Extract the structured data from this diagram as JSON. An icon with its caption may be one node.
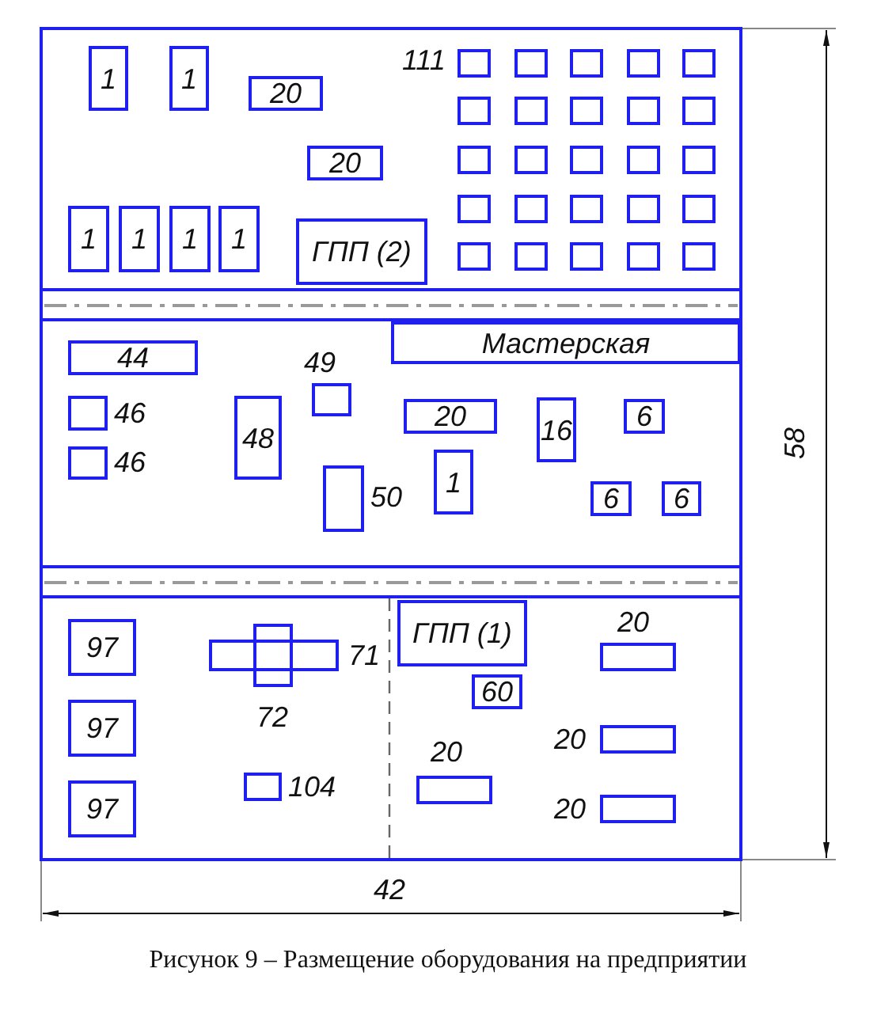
{
  "diagram": {
    "caption": "Рисунок 9 – Размещение оборудования на предприятии",
    "nodes": [
      {
        "text": [
          "1"
        ]
      },
      {
        "text": [
          "1"
        ]
      },
      {
        "text": [
          "20"
        ]
      },
      {
        "text": [
          "20"
        ]
      },
      {
        "text": [
          "1"
        ]
      },
      {
        "text": [
          "1"
        ]
      },
      {
        "text": [
          "1"
        ]
      },
      {
        "text": [
          "1"
        ]
      },
      {
        "text": [
          "ГПП (2)"
        ]
      },
      {
        "text": [],
        "shape": "box",
        "beside": [
          "111"
        ]
      },
      {
        "text": [],
        "shape": "box"
      },
      {
        "text": [],
        "shape": "box"
      },
      {
        "text": [],
        "shape": "box"
      },
      {
        "text": [],
        "shape": "box"
      },
      {
        "text": [],
        "shape": "box"
      },
      {
        "text": [],
        "shape": "box"
      },
      {
        "text": [],
        "shape": "box"
      },
      {
        "text": [],
        "shape": "box"
      },
      {
        "text": [],
        "shape": "box"
      },
      {
        "text": [],
        "shape": "box"
      },
      {
        "text": [],
        "shape": "box"
      },
      {
        "text": [],
        "shape": "box"
      },
      {
        "text": [],
        "shape": "box"
      },
      {
        "text": [],
        "shape": "box"
      },
      {
        "text": [],
        "shape": "box"
      },
      {
        "text": [],
        "shape": "box"
      },
      {
        "text": [],
        "shape": "box"
      },
      {
        "text": [],
        "shape": "box"
      },
      {
        "text": [],
        "shape": "box"
      },
      {
        "text": [],
        "shape": "box"
      },
      {
        "text": [],
        "shape": "box"
      },
      {
        "text": [],
        "shape": "box"
      },
      {
        "text": [],
        "shape": "box"
      },
      {
        "text": [],
        "shape": "box"
      },
      {
        "text": [
          "Мастерская"
        ]
      },
      {
        "text": [
          "44"
        ]
      },
      {
        "text": [],
        "shape": "box",
        "beside": [
          "46"
        ]
      },
      {
        "text": [],
        "shape": "box",
        "beside": [
          "46"
        ]
      },
      {
        "text": [
          "48"
        ]
      },
      {
        "text": [],
        "shape": "box",
        "beside": [
          "49"
        ]
      },
      {
        "text": [
          "20"
        ]
      },
      {
        "text": [],
        "shape": "box",
        "beside": [
          "50"
        ]
      },
      {
        "text": [
          "1"
        ]
      },
      {
        "text": [
          "16"
        ]
      },
      {
        "text": [
          "6"
        ]
      },
      {
        "text": [
          "6"
        ]
      },
      {
        "text": [
          "6"
        ]
      },
      {
        "text": [
          "97"
        ]
      },
      {
        "text": [
          "97"
        ]
      },
      {
        "text": [
          "97"
        ]
      },
      {
        "text": [],
        "shape": "box",
        "beside": [
          "71"
        ]
      },
      {
        "text": [],
        "shape": "box",
        "beside": [
          "72"
        ]
      },
      {
        "text": [],
        "shape": "box",
        "beside": [
          "104"
        ]
      },
      {
        "text": [
          "ГПП (1)"
        ]
      },
      {
        "text": [
          "60"
        ]
      },
      {
        "text": [],
        "shape": "box",
        "beside": [
          "20"
        ]
      },
      {
        "text": [],
        "shape": "box",
        "beside": [
          "20"
        ]
      },
      {
        "text": [],
        "shape": "box",
        "beside": [
          "20"
        ]
      },
      {
        "text": [],
        "shape": "box",
        "beside": [
          "20"
        ]
      }
    ],
    "labels": [
      "58",
      "42"
    ]
  }
}
